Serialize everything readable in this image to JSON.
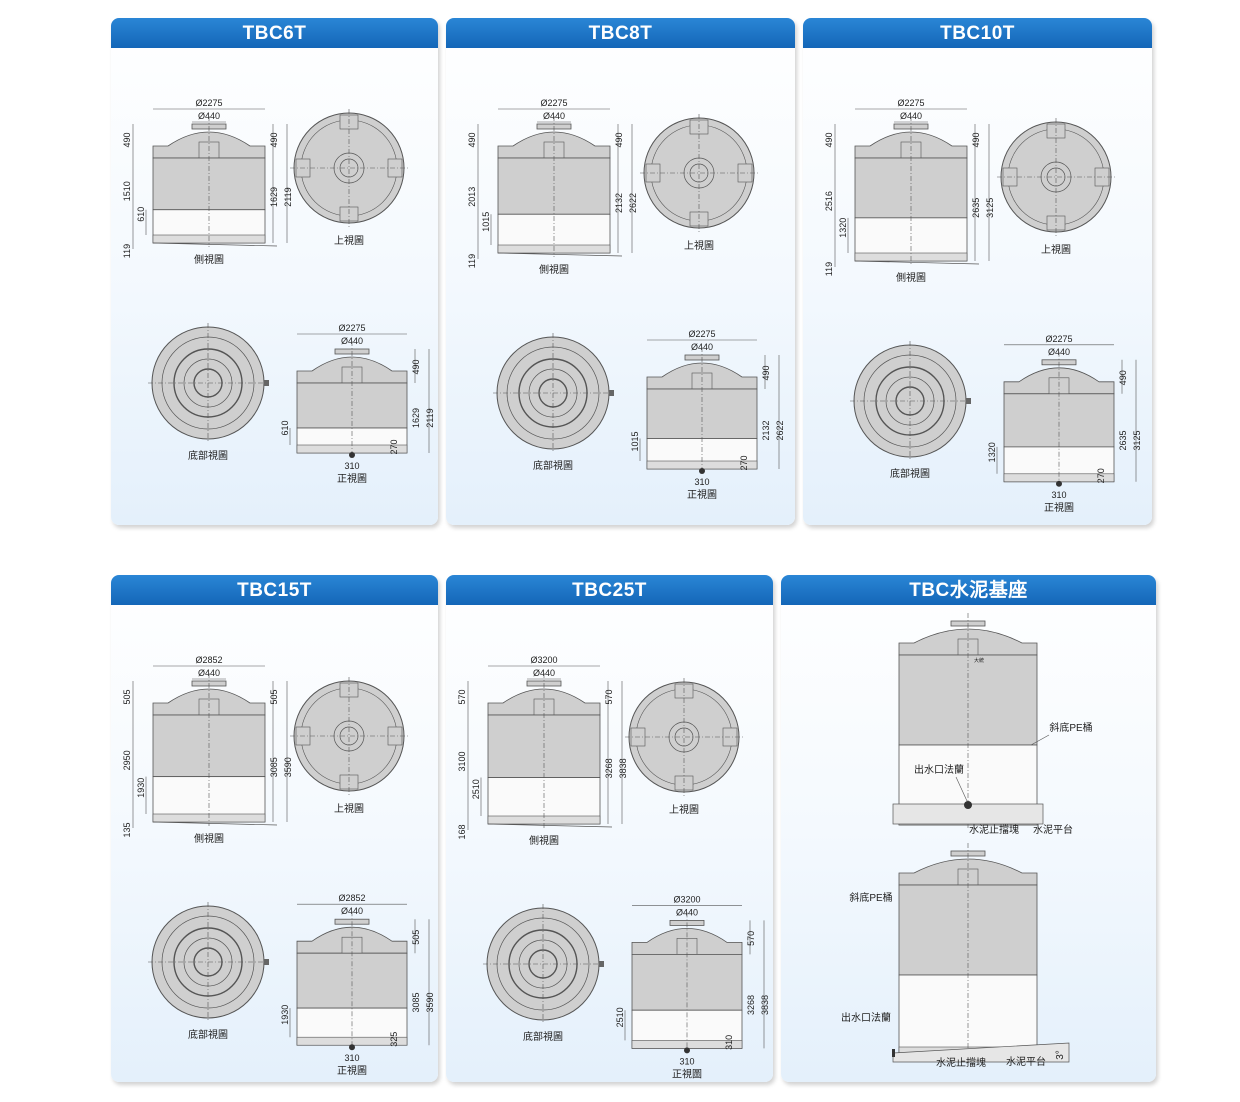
{
  "colors": {
    "header": "#1a6fc0",
    "tank": "#cfcfcf",
    "line": "#444"
  },
  "captions": {
    "side": "側視圖",
    "top": "上視圖",
    "bottom": "底部視圖",
    "front": "正視圖"
  },
  "panels": [
    {
      "title": "TBC6T",
      "d_outer": "Ø2275",
      "d_inner": "Ø440",
      "left": [
        "490",
        "1510",
        "119"
      ],
      "inner": "610",
      "right": [
        "490",
        "1629",
        "2119"
      ],
      "front_base": "270",
      "outlet": "310"
    },
    {
      "title": "TBC8T",
      "d_outer": "Ø2275",
      "d_inner": "Ø440",
      "left": [
        "490",
        "2013",
        "119"
      ],
      "inner": "1015",
      "right": [
        "490",
        "2132",
        "2622"
      ],
      "front_base": "270",
      "outlet": "310"
    },
    {
      "title": "TBC10T",
      "d_outer": "Ø2275",
      "d_inner": "Ø440",
      "left": [
        "490",
        "2516",
        "119"
      ],
      "inner": "1320",
      "right": [
        "490",
        "2635",
        "3125"
      ],
      "front_base": "270",
      "outlet": "310"
    },
    {
      "title": "TBC15T",
      "d_outer": "Ø2852",
      "d_inner": "Ø440",
      "left": [
        "505",
        "2950",
        "135"
      ],
      "inner": "1930",
      "right": [
        "505",
        "3085",
        "3590"
      ],
      "front_base": "325",
      "outlet": "310"
    },
    {
      "title": "TBC25T",
      "d_outer": "Ø3200",
      "d_inner": "Ø440",
      "left": [
        "570",
        "3100",
        "168"
      ],
      "inner": "2510",
      "right": [
        "570",
        "3268",
        "3838"
      ],
      "front_base": "310",
      "outlet": "310"
    }
  ],
  "base": {
    "title": "TBC水泥基座",
    "pe_tank": "斜底PE桶",
    "outlet_flange": "出水口法蘭",
    "stop_block": "水泥止擋塊",
    "platform": "水泥平台",
    "angle": "3°",
    "brand": "大統"
  }
}
